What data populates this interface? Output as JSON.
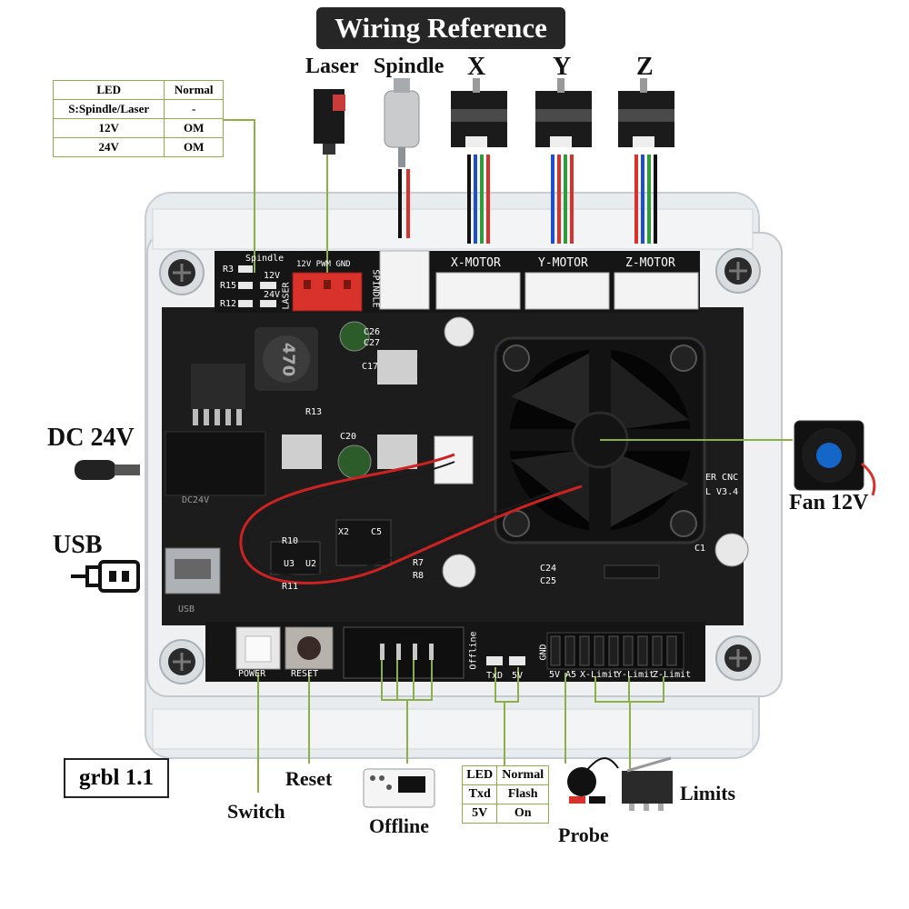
{
  "title": "Wiring Reference",
  "top_labels": {
    "laser": "Laser",
    "spindle": "Spindle",
    "x": "X",
    "y": "Y",
    "z": "Z"
  },
  "led_table": [
    [
      "LED",
      "Normal"
    ],
    [
      "S:Spindle/Laser",
      "-"
    ],
    [
      "12V",
      "OM"
    ],
    [
      "24V",
      "OM"
    ]
  ],
  "side_labels": {
    "dc": "DC 24V",
    "usb": "USB",
    "fan": "Fan 12V"
  },
  "bottom_labels": {
    "grbl": "grbl 1.1",
    "reset": "Reset",
    "switch": "Switch",
    "offline": "Offline",
    "probe": "Probe",
    "limits": "Limits"
  },
  "led_table2": [
    [
      "LED",
      "Normal"
    ],
    [
      "Txd",
      "Flash"
    ],
    [
      "5V",
      "On"
    ]
  ],
  "silkscreen": {
    "spindle": "Spindle",
    "r3": "R3",
    "r15": "R15",
    "r12": "R12",
    "v12": "12V",
    "v24": "24V",
    "laser_conn": "LASER",
    "pwm": "12V PWM GND",
    "spindle_conn": "SPINDLE",
    "xmotor": "X-MOTOR",
    "ymotor": "Y-MOTOR",
    "zmotor": "Z-MOTOR",
    "inductor": "470",
    "dc24": "DC24V",
    "usb": "USB",
    "power": "POWER",
    "reset": "RESET",
    "offline": "Offline",
    "txd": "TxD",
    "v5": "5V",
    "pin5v": "5V",
    "a5": "A5",
    "xlim": "X-Limit",
    "ylim": "Y-Limit",
    "zlim": "Z-Limit",
    "gnd": "GND",
    "cnc": "ER CNC",
    "ver": "L V3.4",
    "c26": "C26",
    "c27": "C27",
    "c17": "C17",
    "c20": "C20",
    "x2": "X2",
    "c5": "C5",
    "r10": "R10",
    "r11": "R11",
    "u3": "U3",
    "u2": "U2",
    "r7": "R7",
    "r8": "R8",
    "c24": "C24",
    "c25": "C25",
    "c1": "C1",
    "r13": "R13"
  },
  "colors": {
    "board": "#1c1c1c",
    "acrylic": "#e9ecef",
    "accent_line": "#8bb04a",
    "connector_red": "#d8322b",
    "connector_white": "#f3f3f3"
  }
}
